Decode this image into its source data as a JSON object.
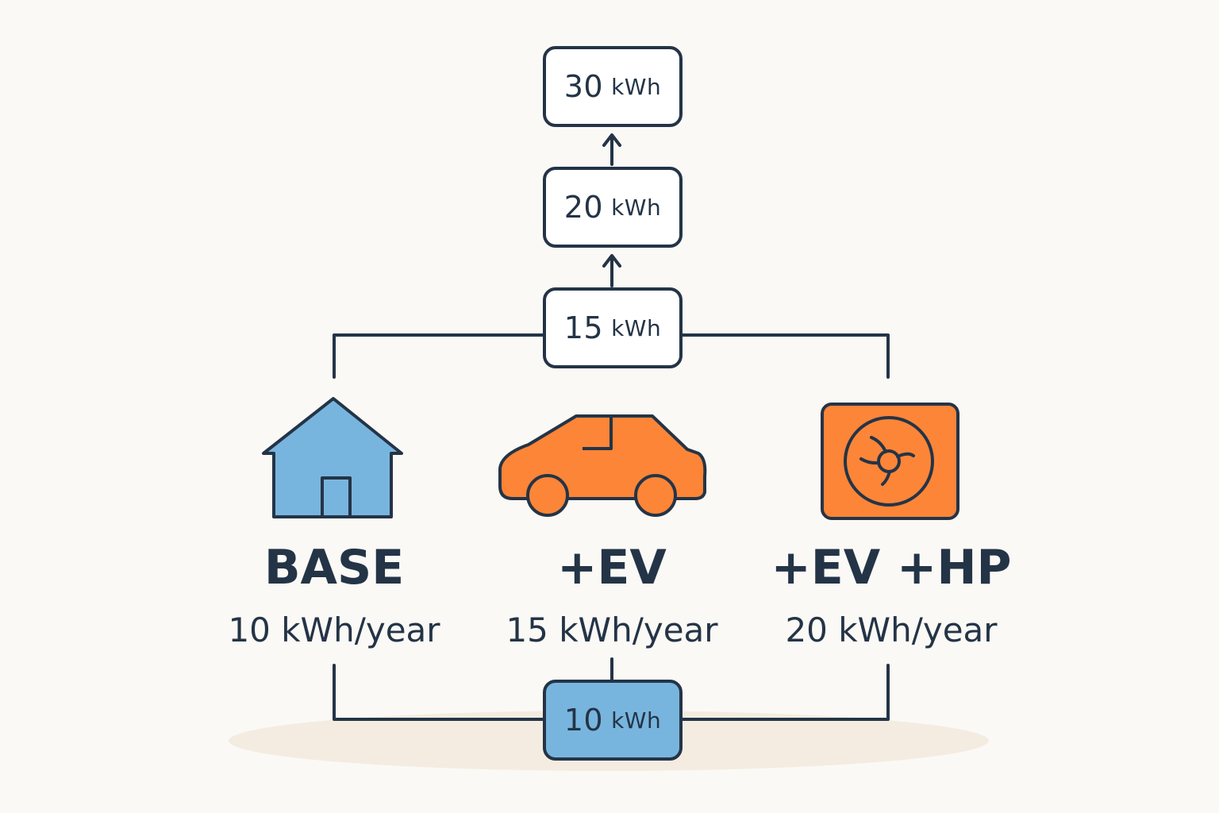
{
  "colors": {
    "background": "#fbf9f5",
    "stroke": "#243447",
    "base_blue": "#78b5de",
    "accent_orange": "#fd8537",
    "node_fill": "#ffffff"
  },
  "nodes": {
    "top": {
      "value": "30",
      "unit": "kWh"
    },
    "upper": {
      "value": "20",
      "unit": "kWh"
    },
    "middle": {
      "value": "15",
      "unit": "kWh"
    },
    "bottom": {
      "value": "10",
      "unit": "kWh"
    }
  },
  "scenarios": [
    {
      "icon": "house-icon",
      "title": "BASE",
      "consumption": "10 kWh/year"
    },
    {
      "icon": "car-icon",
      "title": "+EV",
      "consumption": "15 kWh/year"
    },
    {
      "icon": "heat-pump-icon",
      "title": "+EV +HP",
      "consumption": "20 kWh/year"
    }
  ]
}
